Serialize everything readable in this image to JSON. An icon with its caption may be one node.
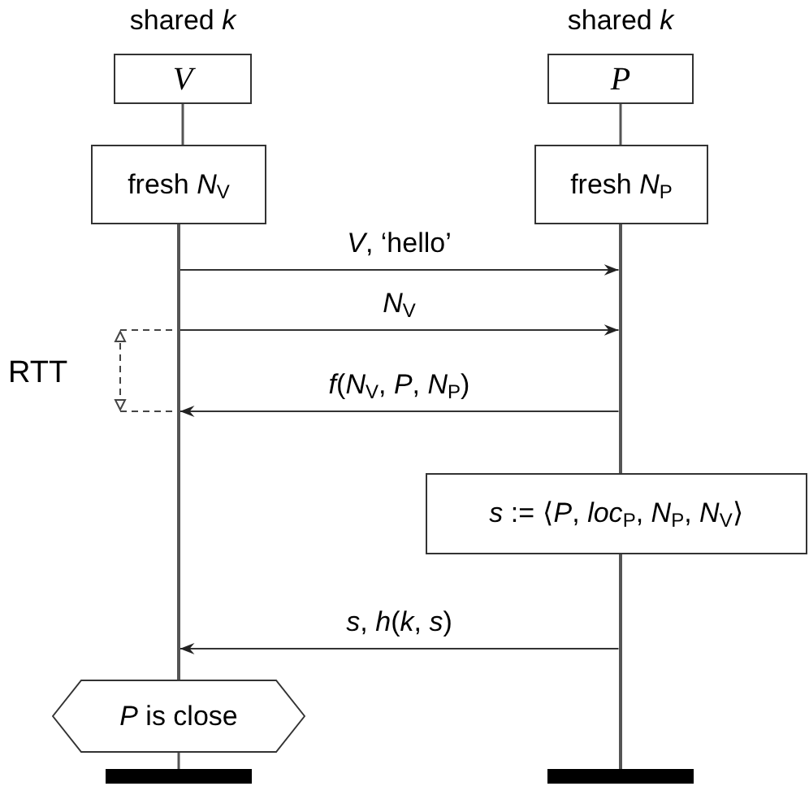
{
  "diagram": {
    "nodes": [
      {
        "text": [
          "V"
        ],
        "beside": [
          "shared *k*"
        ]
      },
      {
        "text": [
          "P"
        ],
        "beside": [
          "shared *k*"
        ]
      },
      {
        "text": [],
        "shape": "line"
      },
      {
        "text": [],
        "shape": "line"
      },
      {
        "text": [
          "fresh *N*$_{V}$"
        ]
      },
      {
        "text": [
          "fresh *N*$_{P}$"
        ]
      },
      {
        "text": [
          "*s* := ⟨*P*, *loc*$_{P}$, *N*$_{P}$, *N*$_{V}$⟩"
        ]
      },
      {
        "text": [
          "*P* is close"
        ]
      },
      {
        "text": [],
        "shape": "bar"
      },
      {
        "text": [],
        "shape": "bar"
      }
    ],
    "edges": [
      {
        "from": 2,
        "to": 3,
        "arrow": "to",
        "label": "*V*, ‘hello’"
      },
      {
        "from": 2,
        "to": 3,
        "arrow": "to",
        "label": "*N*$_{V}$"
      },
      {
        "from": 3,
        "to": 2,
        "arrow": "to",
        "label": "*f*(*N*$_{V}$, *P*, *N*$_{P}$)"
      },
      {
        "from": 3,
        "to": 2,
        "arrow": "to",
        "label": "*s*, *h*(*k*, *s*)"
      },
      {
        "from": 0,
        "to": 4,
        "arrow": "none"
      },
      {
        "from": 1,
        "to": 5,
        "arrow": "none"
      },
      {
        "from": 7,
        "to": 8,
        "arrow": "none"
      }
    ],
    "labels": [
      "RTT"
    ]
  }
}
